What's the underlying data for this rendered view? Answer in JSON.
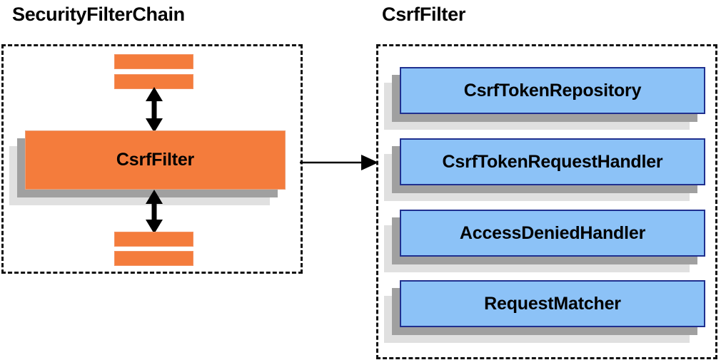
{
  "diagram": {
    "title_left": "SecurityFilterChain",
    "title_right": "CsrfFilter",
    "colors": {
      "orange_fill": "#f47c3c",
      "blue_fill": "#8cc2f7",
      "blue_border": "#20308f",
      "shadow_near": "#a0a0a0",
      "shadow_far": "#e0e0e0",
      "outline": "#111111"
    }
  },
  "left_group": {
    "title": "SecurityFilterChain",
    "main_node": {
      "label": "CsrfFilter"
    },
    "filter_bars_top": [
      {
        "label": ""
      },
      {
        "label": ""
      }
    ],
    "filter_bars_bottom": [
      {
        "label": ""
      },
      {
        "label": ""
      }
    ],
    "connectors": {
      "top_arrow": "double-headed-vertical",
      "bottom_arrow": "double-headed-vertical"
    }
  },
  "right_group": {
    "title": "CsrfFilter",
    "collaborators": [
      {
        "label": "CsrfTokenRepository"
      },
      {
        "label": "CsrfTokenRequestHandler"
      },
      {
        "label": "AccessDeniedHandler"
      },
      {
        "label": "RequestMatcher"
      }
    ]
  },
  "cross_link": {
    "from": "CsrfFilter",
    "to": "CsrfFilter",
    "style": "single-headed-horizontal"
  }
}
